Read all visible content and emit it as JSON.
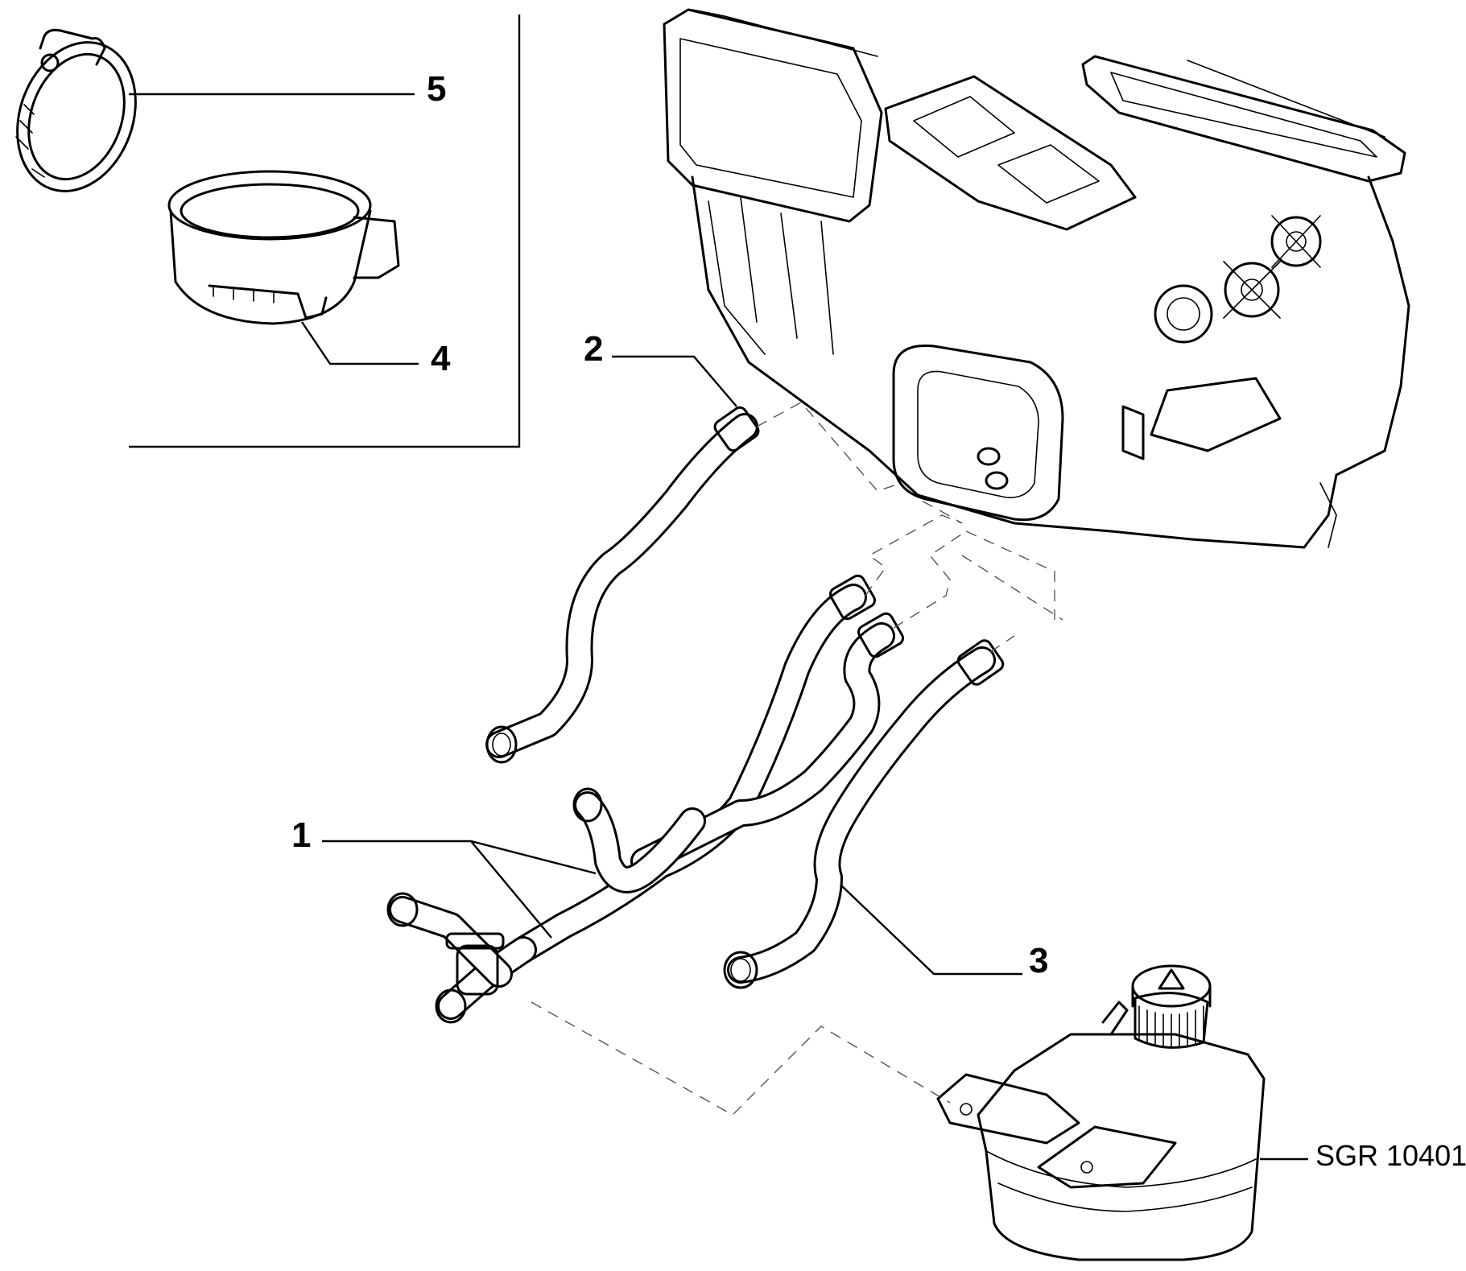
{
  "reference_code": "SGR 10401",
  "callouts": [
    {
      "id": "1",
      "label": "1"
    },
    {
      "id": "2",
      "label": "2"
    },
    {
      "id": "3",
      "label": "3"
    },
    {
      "id": "4",
      "label": "4"
    },
    {
      "id": "5",
      "label": "5"
    }
  ]
}
